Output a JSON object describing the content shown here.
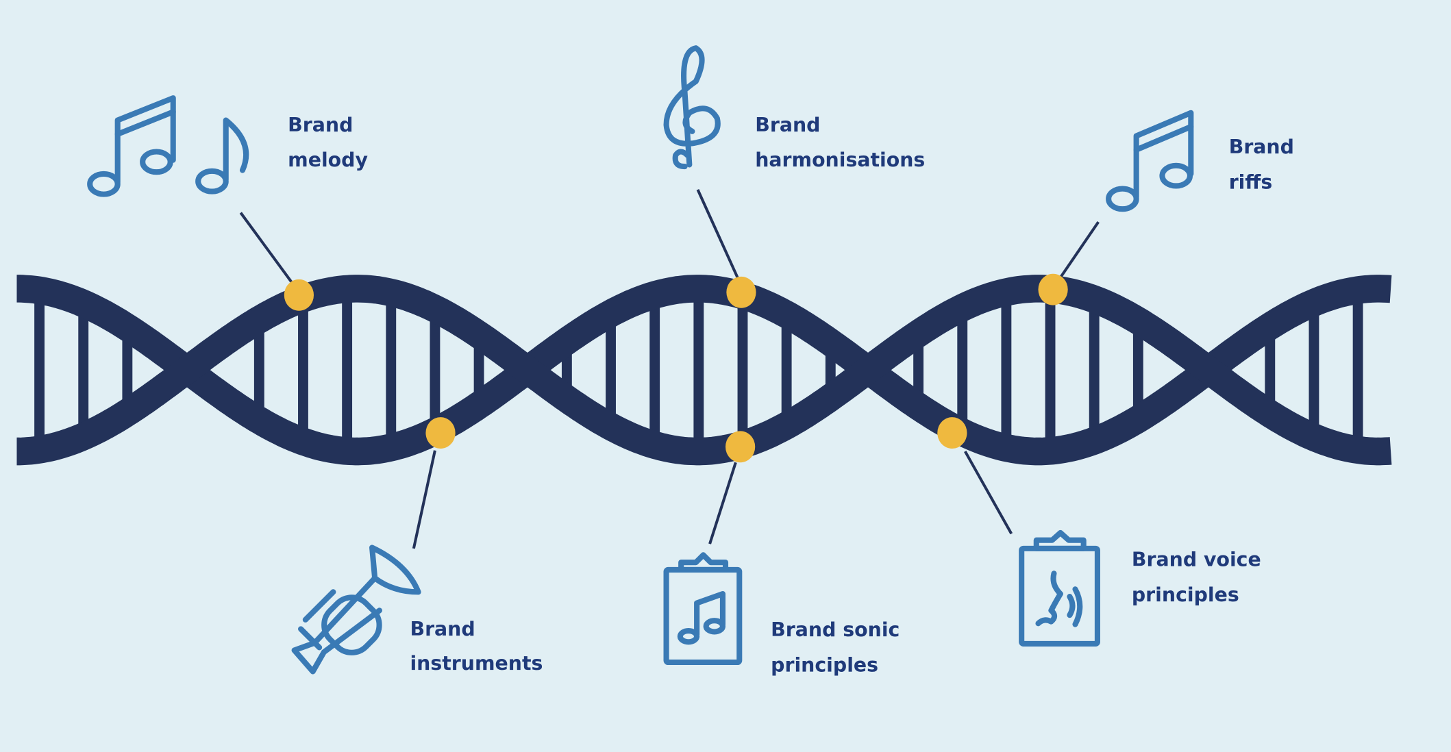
{
  "colors": {
    "background": "#e1eff4",
    "strand": "#233259",
    "dot": "#efb93f",
    "icon": "#3a7ab5",
    "label": "#1f3a7a"
  },
  "labels": [
    {
      "id": "melody",
      "lines": [
        "Brand",
        "melody"
      ],
      "icon": "music-notes-icon"
    },
    {
      "id": "harmonisations",
      "lines": [
        "Brand",
        "harmonisations"
      ],
      "icon": "treble-clef-icon"
    },
    {
      "id": "riffs",
      "lines": [
        "Brand",
        "riffs"
      ],
      "icon": "beamed-notes-icon"
    },
    {
      "id": "instruments",
      "lines": [
        "Brand",
        "instruments"
      ],
      "icon": "trumpet-icon"
    },
    {
      "id": "sonic",
      "lines": [
        "Brand sonic",
        "principles"
      ],
      "icon": "clipboard-music-icon"
    },
    {
      "id": "voice",
      "lines": [
        "Brand voice",
        "principles"
      ],
      "icon": "clipboard-voice-icon"
    }
  ]
}
